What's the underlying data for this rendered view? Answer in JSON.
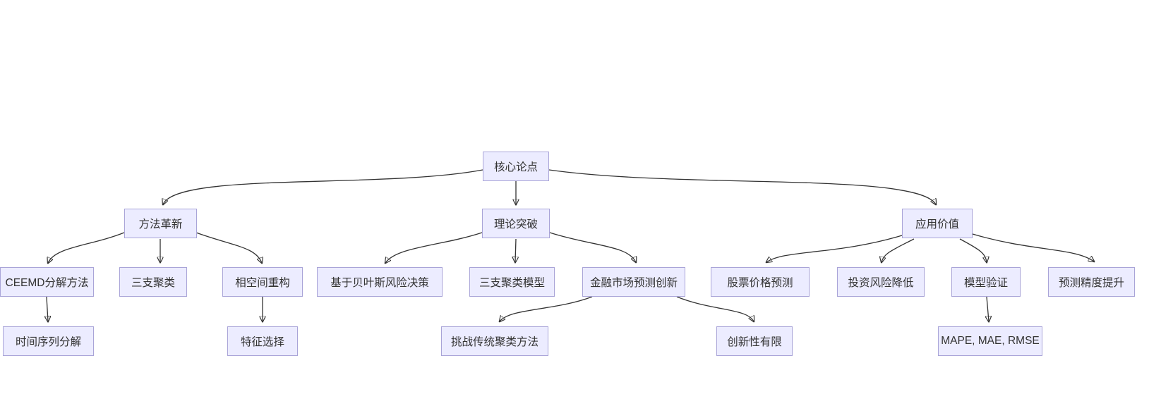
{
  "diagram": {
    "type": "flowchart",
    "direction": "top-down",
    "background_color": "#ffffff",
    "node_fill_color": "#ECECFF",
    "node_border_color": "#a9a4d8",
    "edge_color": "#333333",
    "text_color": "#333333",
    "nodes": {
      "core": {
        "label": "核心论点",
        "level": 1
      },
      "method": {
        "label": "方法革新",
        "level": 2
      },
      "theory": {
        "label": "理论突破",
        "level": 2
      },
      "value": {
        "label": "应用价值",
        "level": 2
      },
      "ceemd": {
        "label": "CEEMD分解方法",
        "level": 3
      },
      "threeway": {
        "label": "三支聚类",
        "level": 3
      },
      "phase": {
        "label": "相空间重构",
        "level": 3
      },
      "bayes": {
        "label": "基于贝叶斯风险决策",
        "level": 3
      },
      "twc_model": {
        "label": "三支聚类模型",
        "level": 3
      },
      "fin_innov": {
        "label": "金融市场预测创新",
        "level": 3
      },
      "stock": {
        "label": "股票价格预测",
        "level": 3
      },
      "risk": {
        "label": "投资风险降低",
        "level": 3
      },
      "validate": {
        "label": "模型验证",
        "level": 3
      },
      "precision": {
        "label": "预测精度提升",
        "level": 3
      },
      "ts_decomp": {
        "label": "时间序列分解",
        "level": 4
      },
      "feat_sel": {
        "label": "特征选择",
        "level": 4
      },
      "challenge": {
        "label": "挑战传统聚类方法",
        "level": 4
      },
      "limited": {
        "label": "创新性有限",
        "level": 4
      },
      "mape": {
        "label": "MAPE, MAE, RMSE",
        "level": 4
      }
    },
    "edges": [
      {
        "from": "core",
        "to": "method"
      },
      {
        "from": "core",
        "to": "theory"
      },
      {
        "from": "core",
        "to": "value"
      },
      {
        "from": "method",
        "to": "ceemd"
      },
      {
        "from": "method",
        "to": "threeway"
      },
      {
        "from": "method",
        "to": "phase"
      },
      {
        "from": "theory",
        "to": "bayes"
      },
      {
        "from": "theory",
        "to": "twc_model"
      },
      {
        "from": "theory",
        "to": "fin_innov"
      },
      {
        "from": "value",
        "to": "stock"
      },
      {
        "from": "value",
        "to": "risk"
      },
      {
        "from": "value",
        "to": "validate"
      },
      {
        "from": "value",
        "to": "precision"
      },
      {
        "from": "ceemd",
        "to": "ts_decomp"
      },
      {
        "from": "phase",
        "to": "feat_sel"
      },
      {
        "from": "fin_innov",
        "to": "challenge"
      },
      {
        "from": "fin_innov",
        "to": "limited"
      },
      {
        "from": "validate",
        "to": "mape"
      }
    ]
  }
}
